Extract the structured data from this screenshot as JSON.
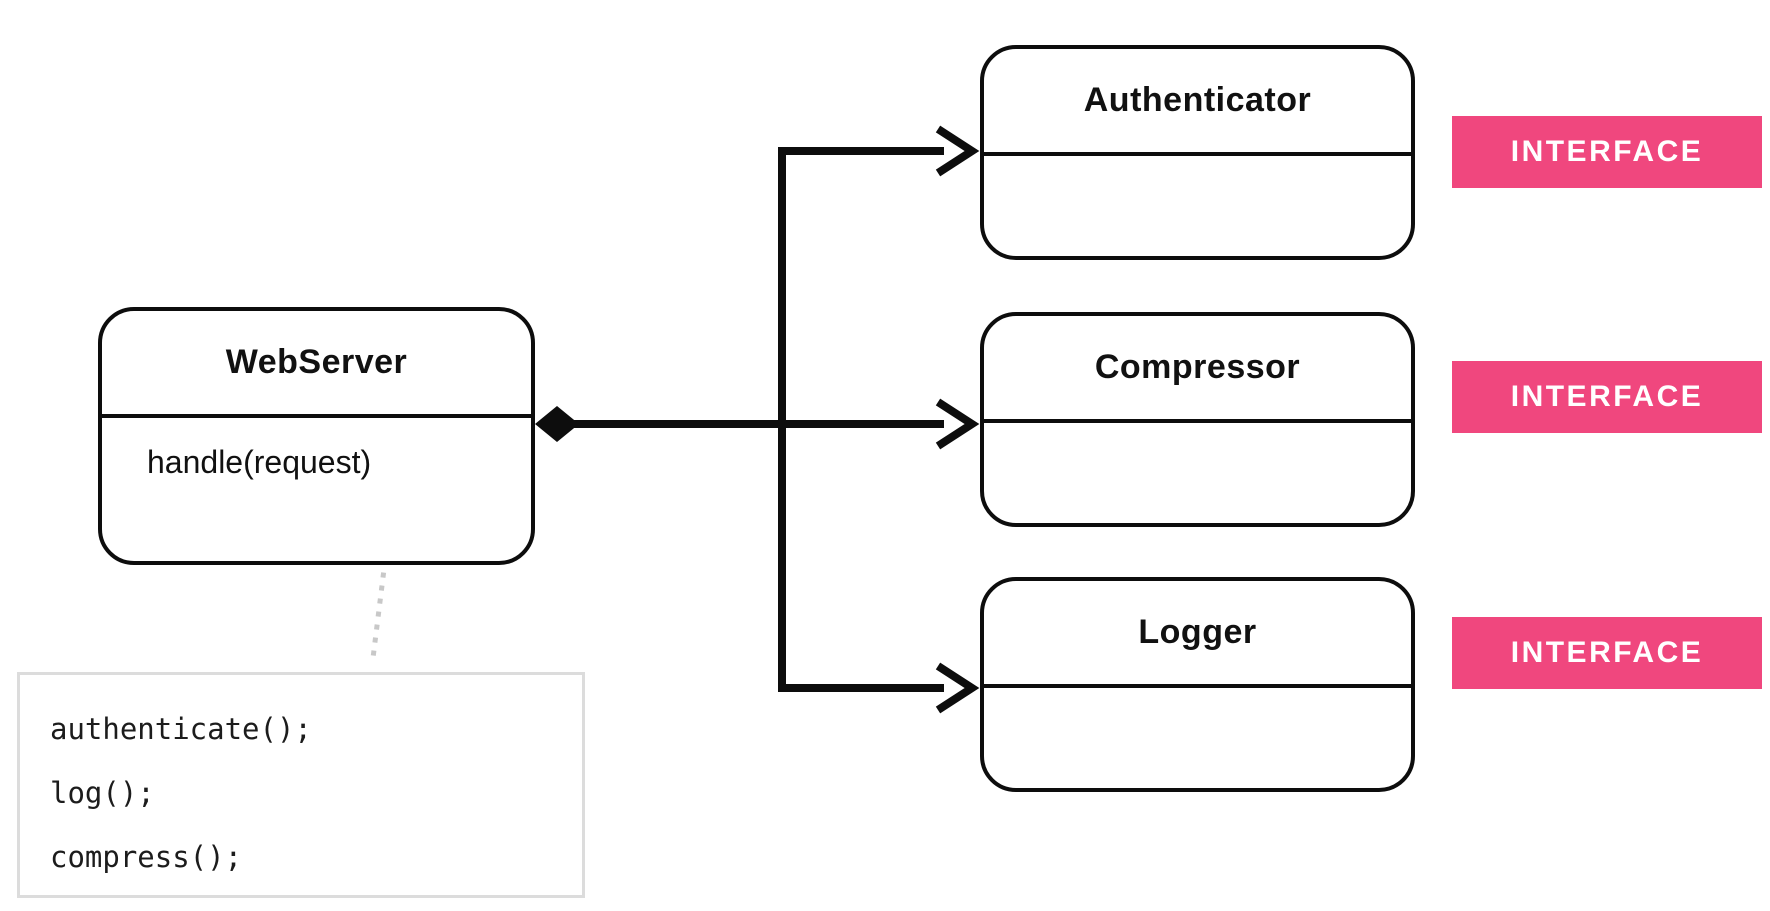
{
  "webserver": {
    "title": "WebServer",
    "method": "handle(request)"
  },
  "interfaces": [
    {
      "name": "Authenticator",
      "badge": "INTERFACE"
    },
    {
      "name": "Compressor",
      "badge": "INTERFACE"
    },
    {
      "name": "Logger",
      "badge": "INTERFACE"
    }
  ],
  "code": {
    "lines": [
      "authenticate();",
      "log();",
      "compress();"
    ]
  },
  "colors": {
    "badge_bg": "#f0477e",
    "badge_text": "#ffffff",
    "line": "#0d0d0d",
    "dotted_line": "#c8c8c8",
    "code_border": "#dcdcdc",
    "text": "#111111",
    "background": "#ffffff"
  }
}
